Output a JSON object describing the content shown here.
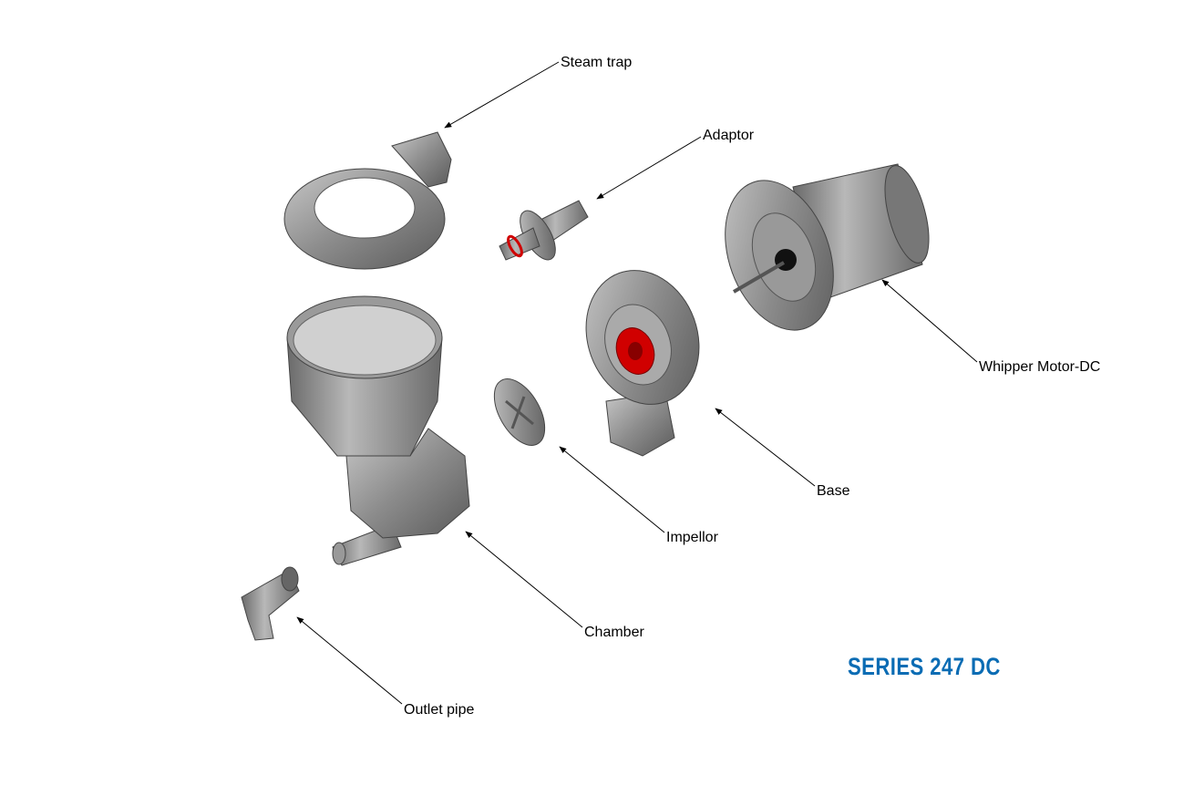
{
  "title": "SERIES 247 DC",
  "colors": {
    "title": "#0a6cb4",
    "part": "#8a8a8a",
    "seal": "#d00000"
  },
  "labels": {
    "steam_trap": "Steam trap",
    "adaptor": "Adaptor",
    "whipper_motor": "Whipper Motor-DC",
    "base": "Base",
    "impellor": "Impellor",
    "chamber": "Chamber",
    "outlet_pipe": "Outlet pipe"
  }
}
